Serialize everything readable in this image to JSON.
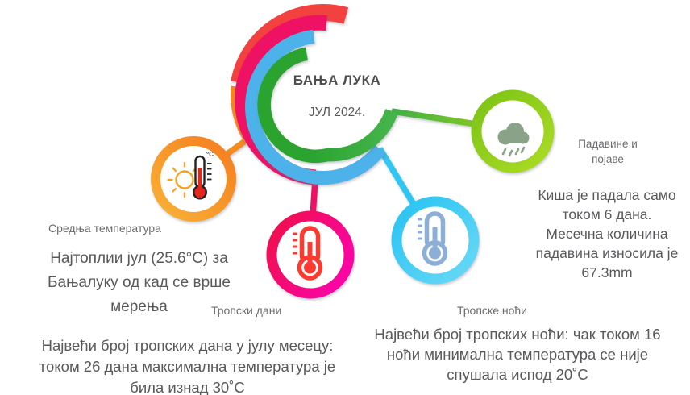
{
  "center": {
    "title": "БАЊА ЛУКА",
    "subtitle": "ЈУЛ 2024."
  },
  "nodes": {
    "avg_temp": {
      "label": "Средња температура",
      "icon": "sun-thermometer-icon",
      "icon_degree_label": "°C",
      "text": "Најтоплии јул (25.6°С) за\nБањалуку од кад се врше\nмерења"
    },
    "tropical_days": {
      "label": "Тропски дани",
      "icon": "thermometer-red-icon",
      "text": "Највећи број тропских дана у јулу месецу:\nтоком 26 дана максимална температура је\nбила изнад 30˚С"
    },
    "tropical_nights": {
      "label": "Тропске ноћи",
      "icon": "thermometer-blue-icon",
      "text": "Највећи број тропских ноћи: чак током 16\nноћи минимална температура се није\nспушала испод 20˚С"
    },
    "precipitation": {
      "label": "Падавине и\nпојаве",
      "icon": "rain-cloud-icon",
      "text": "Киша је падала само\nтоком 6 дана.\nМесечна количина\nпадавина износила је\n67.3mm"
    }
  },
  "palette": {
    "arc_red": "#f2413f",
    "arc_orange": "#f6861f",
    "arc_crimson": "#ee1164",
    "arc_blue": "#4cb2e9",
    "arc_green_dark": "#2fa636",
    "ring_orange": [
      "#f9b236",
      "#f57d1f"
    ],
    "ring_pink": [
      "#ee1048",
      "#fb05a2"
    ],
    "ring_cyan": [
      "#29c3f2",
      "#68d9f7"
    ],
    "ring_green": [
      "#7cc316",
      "#abdc24"
    ],
    "icon_red": "#fb3a31",
    "icon_steel_blue": "#8cafd8",
    "icon_cloud_green": "#8aa287",
    "text_gray": "#58595c"
  }
}
